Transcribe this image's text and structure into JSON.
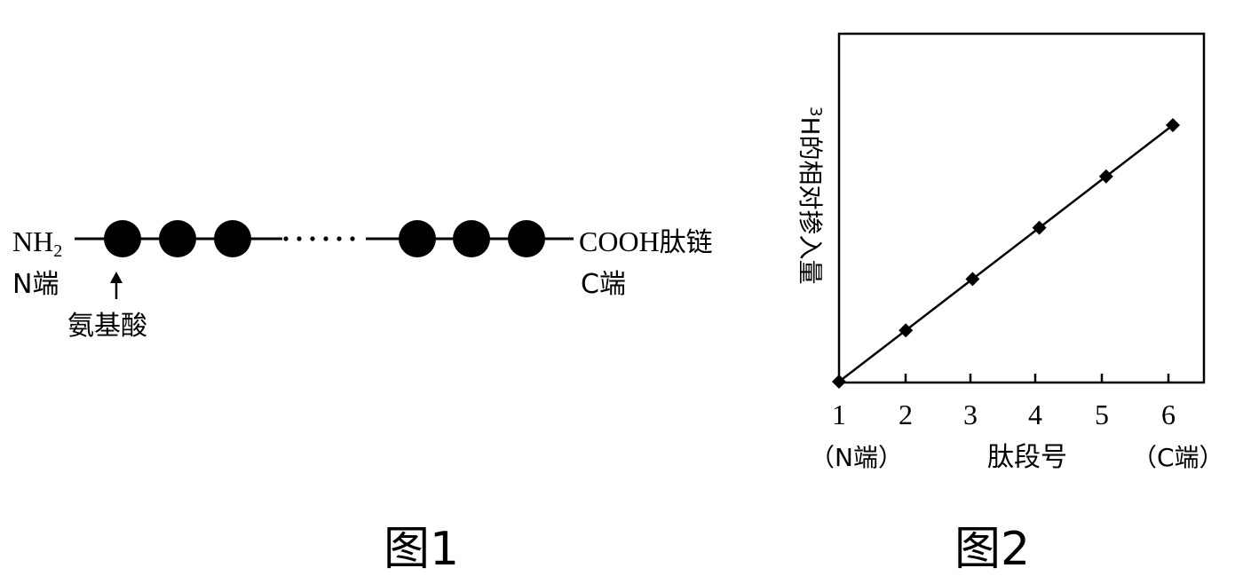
{
  "figure1": {
    "caption": "图1",
    "n_group": "NH",
    "n_sub": "2",
    "n_end_label": "N端",
    "amino_acid_label": "氨基酸",
    "c_group": "COOH",
    "chain_label": "肽链",
    "c_end_label": "C端"
  },
  "figure2": {
    "caption": "图2",
    "chart_data": {
      "type": "line",
      "x": [
        1,
        2,
        3,
        4,
        5,
        6
      ],
      "y": [
        0,
        1,
        2,
        3,
        4,
        5
      ],
      "y_unit": "relative (unlabeled axis)",
      "x_ticks": [
        "1",
        "2",
        "3",
        "4",
        "5",
        "6"
      ],
      "x_tick_sublabels": {
        "first": "（N端）",
        "last": "（C端）"
      },
      "xlabel": "肽段号",
      "ylabel_sup": "3",
      "ylabel": "H的相对掺入量",
      "marker": "diamond",
      "grid": false,
      "legend": "none"
    }
  },
  "colors": {
    "ink": "#000000",
    "background": "#ffffff"
  }
}
